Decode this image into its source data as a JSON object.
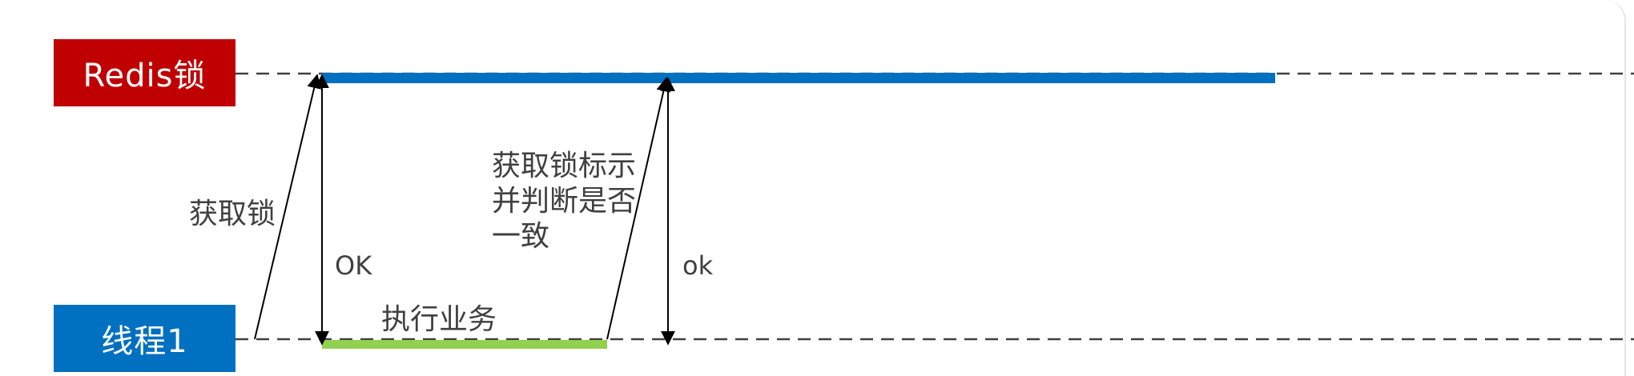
{
  "lanes": {
    "redis": "Redis锁",
    "thread": "线程1"
  },
  "notes": {
    "acquire": "获取锁",
    "ok_upper": "OK",
    "check": "获取锁标示\n并判断是否\n一致",
    "ok_lower": "ok",
    "execute": "执行业务"
  },
  "colors": {
    "redis_lane": "#c00000",
    "thread_lane": "#0070c0",
    "lock_bar": "#0070c0",
    "business_bar": "#92d050",
    "line": "#000000",
    "dashed": "#404040"
  }
}
